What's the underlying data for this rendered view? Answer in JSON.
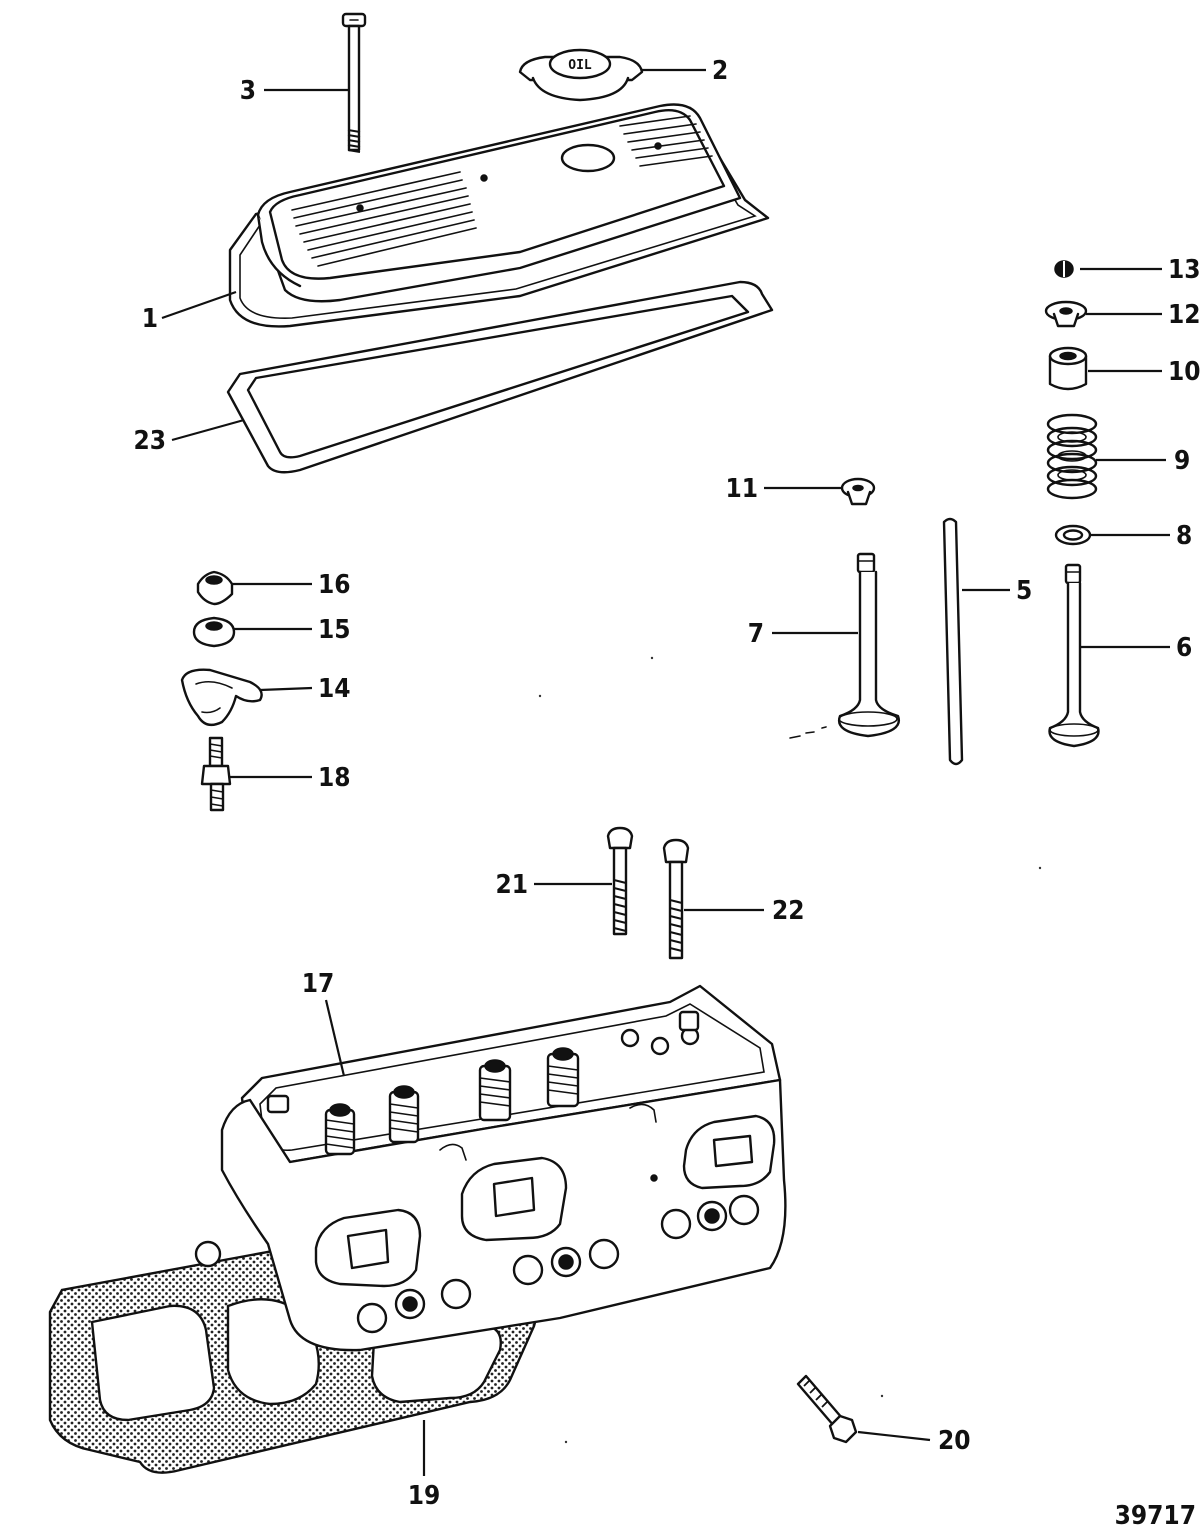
{
  "callouts": [
    {
      "id": "1",
      "part": "rocker-cover"
    },
    {
      "id": "2",
      "part": "oil-filler-cap"
    },
    {
      "id": "3",
      "part": "cover-bolt"
    },
    {
      "id": "5",
      "part": "push-rod"
    },
    {
      "id": "6",
      "part": "exhaust-valve"
    },
    {
      "id": "7",
      "part": "intake-valve"
    },
    {
      "id": "8",
      "part": "spring-washer"
    },
    {
      "id": "9",
      "part": "valve-spring"
    },
    {
      "id": "10",
      "part": "valve-rotator"
    },
    {
      "id": "11",
      "part": "valve-seal"
    },
    {
      "id": "12",
      "part": "spring-retainer"
    },
    {
      "id": "13",
      "part": "valve-keys"
    },
    {
      "id": "14",
      "part": "rocker-arm"
    },
    {
      "id": "15",
      "part": "pivot-ball"
    },
    {
      "id": "16",
      "part": "rocker-nut"
    },
    {
      "id": "17",
      "part": "cylinder-head"
    },
    {
      "id": "18",
      "part": "rocker-stud"
    },
    {
      "id": "19",
      "part": "head-gasket"
    },
    {
      "id": "20",
      "part": "bolt-short"
    },
    {
      "id": "21",
      "part": "head-bolt"
    },
    {
      "id": "22",
      "part": "head-bolt-long"
    },
    {
      "id": "23",
      "part": "cover-gasket"
    }
  ],
  "cap_label": "OIL",
  "figure_number": "39717"
}
